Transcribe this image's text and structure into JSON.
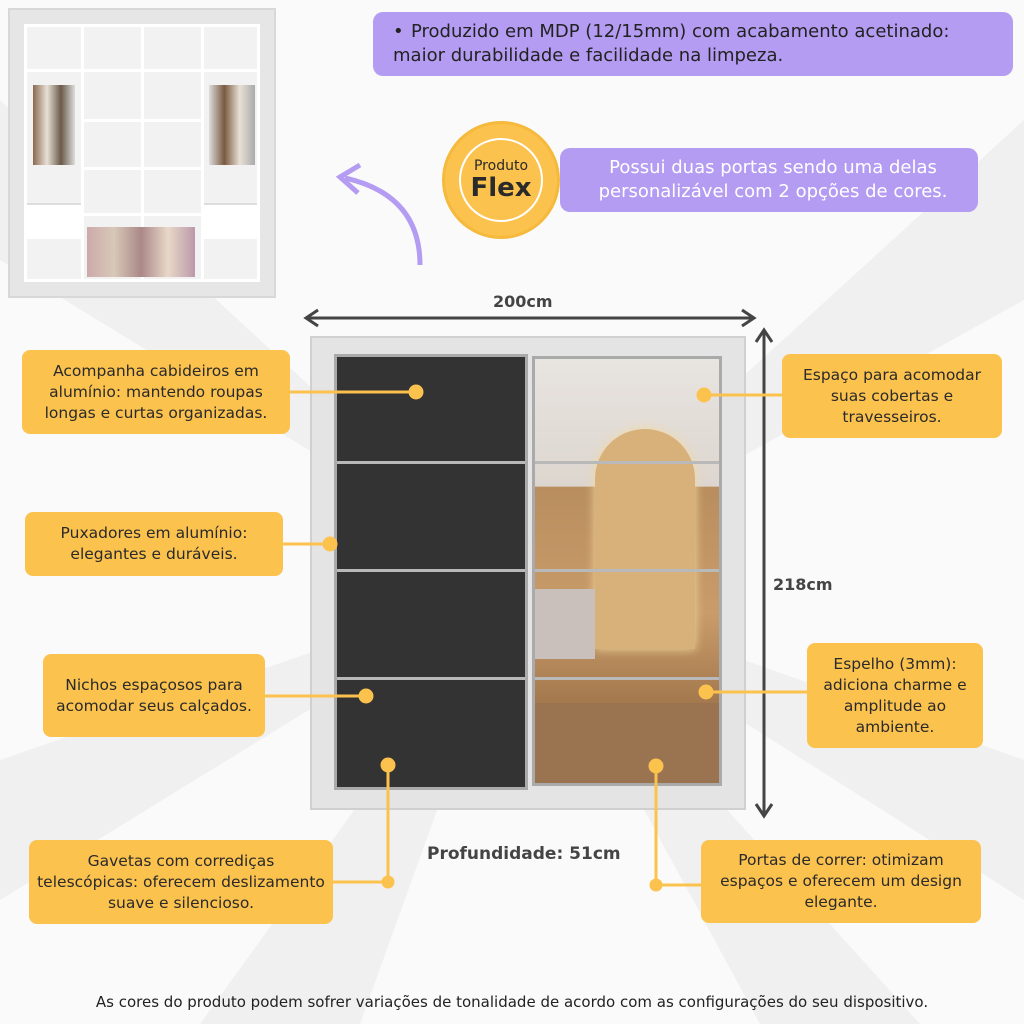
{
  "colors": {
    "purple": "#b49cf2",
    "orange": "#fcc24e",
    "door": "#333333"
  },
  "top_note": "Produzido em MDP (12/15mm) com acabamento acetinado: maior durabilidade e facilidade na limpeza.",
  "badge": {
    "line1": "Produto",
    "line2": "Flex"
  },
  "flex_note": "Possui duas portas sendo uma delas personalizável com 2 opções de cores.",
  "dimensions": {
    "width": "200cm",
    "height": "218cm",
    "depth": "Profundidade: 51cm"
  },
  "callouts_left": [
    "Acompanha cabideiros em alumínio: mantendo roupas longas e curtas organizadas.",
    "Puxadores em alumínio: elegantes e duráveis.",
    "Nichos espaçosos para acomodar seus calçados.",
    "Gavetas com corrediças telescópicas: oferecem deslizamento suave e silencioso."
  ],
  "callouts_right": [
    "Espaço para acomodar suas cobertas e travesseiros.",
    "Espelho (3mm): adiciona charme e amplitude ao ambiente.",
    "Portas de correr: otimizam espaços e oferecem um design elegante."
  ],
  "footer": "As cores do produto podem sofrer variações de tonalidade de acordo com as configurações do seu dispositivo."
}
